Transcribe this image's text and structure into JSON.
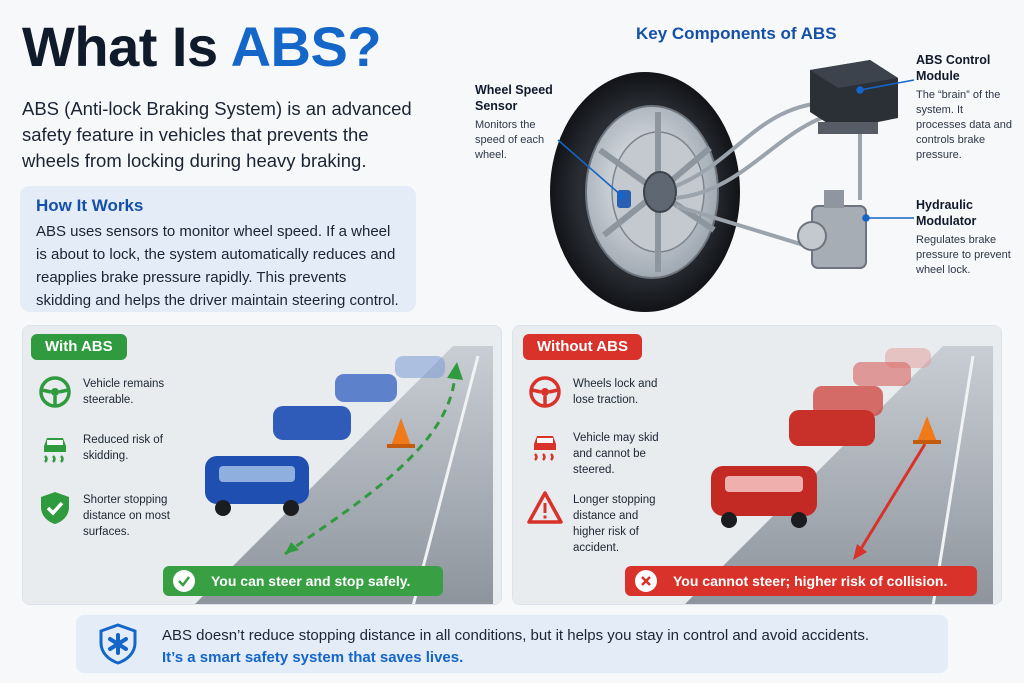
{
  "header": {
    "title_part1": "What Is ",
    "title_part2": "ABS?",
    "intro": "ABS (Anti-lock Braking System) is an advanced safety feature in vehicles that prevents the wheels from locking during heavy braking."
  },
  "how_it_works": {
    "title": "How It Works",
    "text": "ABS uses sensors to monitor wheel speed. If a wheel is about to lock, the system automatically reduces and reapplies brake pressure rapidly. This prevents skidding and helps the driver maintain steering control."
  },
  "components": {
    "title": "Key Components of ABS",
    "wheel_speed_sensor": {
      "name": "Wheel Speed Sensor",
      "desc": "Monitors the speed of each wheel."
    },
    "control_module": {
      "name": "ABS Control Module",
      "desc": "The “brain” of the system. It processes data and controls brake pressure."
    },
    "hydraulic_modulator": {
      "name": "Hydraulic Modulator",
      "desc": "Regulates brake pressure to prevent wheel lock."
    }
  },
  "with_abs": {
    "label": "With ABS",
    "items": [
      {
        "icon": "steering-wheel-icon",
        "text": "Vehicle remains steerable."
      },
      {
        "icon": "car-skid-icon",
        "text": "Reduced risk of skidding."
      },
      {
        "icon": "shield-check-icon",
        "text": "Shorter stopping distance on most surfaces."
      }
    ],
    "result": "You can steer and stop safely."
  },
  "without_abs": {
    "label": "Without ABS",
    "items": [
      {
        "icon": "steering-wheel-icon",
        "text": "Wheels lock and lose traction."
      },
      {
        "icon": "car-skid-icon",
        "text": "Vehicle may skid and cannot be steered."
      },
      {
        "icon": "warning-icon",
        "text": "Longer stopping distance and higher risk of accident."
      }
    ],
    "result": "You cannot steer; higher risk of collision."
  },
  "footer": {
    "line1": "ABS doesn’t reduce stopping distance in all conditions, but it helps you stay in control and avoid accidents.",
    "line2": "It’s a smart safety system that saves lives."
  },
  "colors": {
    "accent_blue": "#1466c8",
    "green": "#2f9a3e",
    "red": "#d8322b",
    "panel_bg": "#e3ecf7"
  }
}
